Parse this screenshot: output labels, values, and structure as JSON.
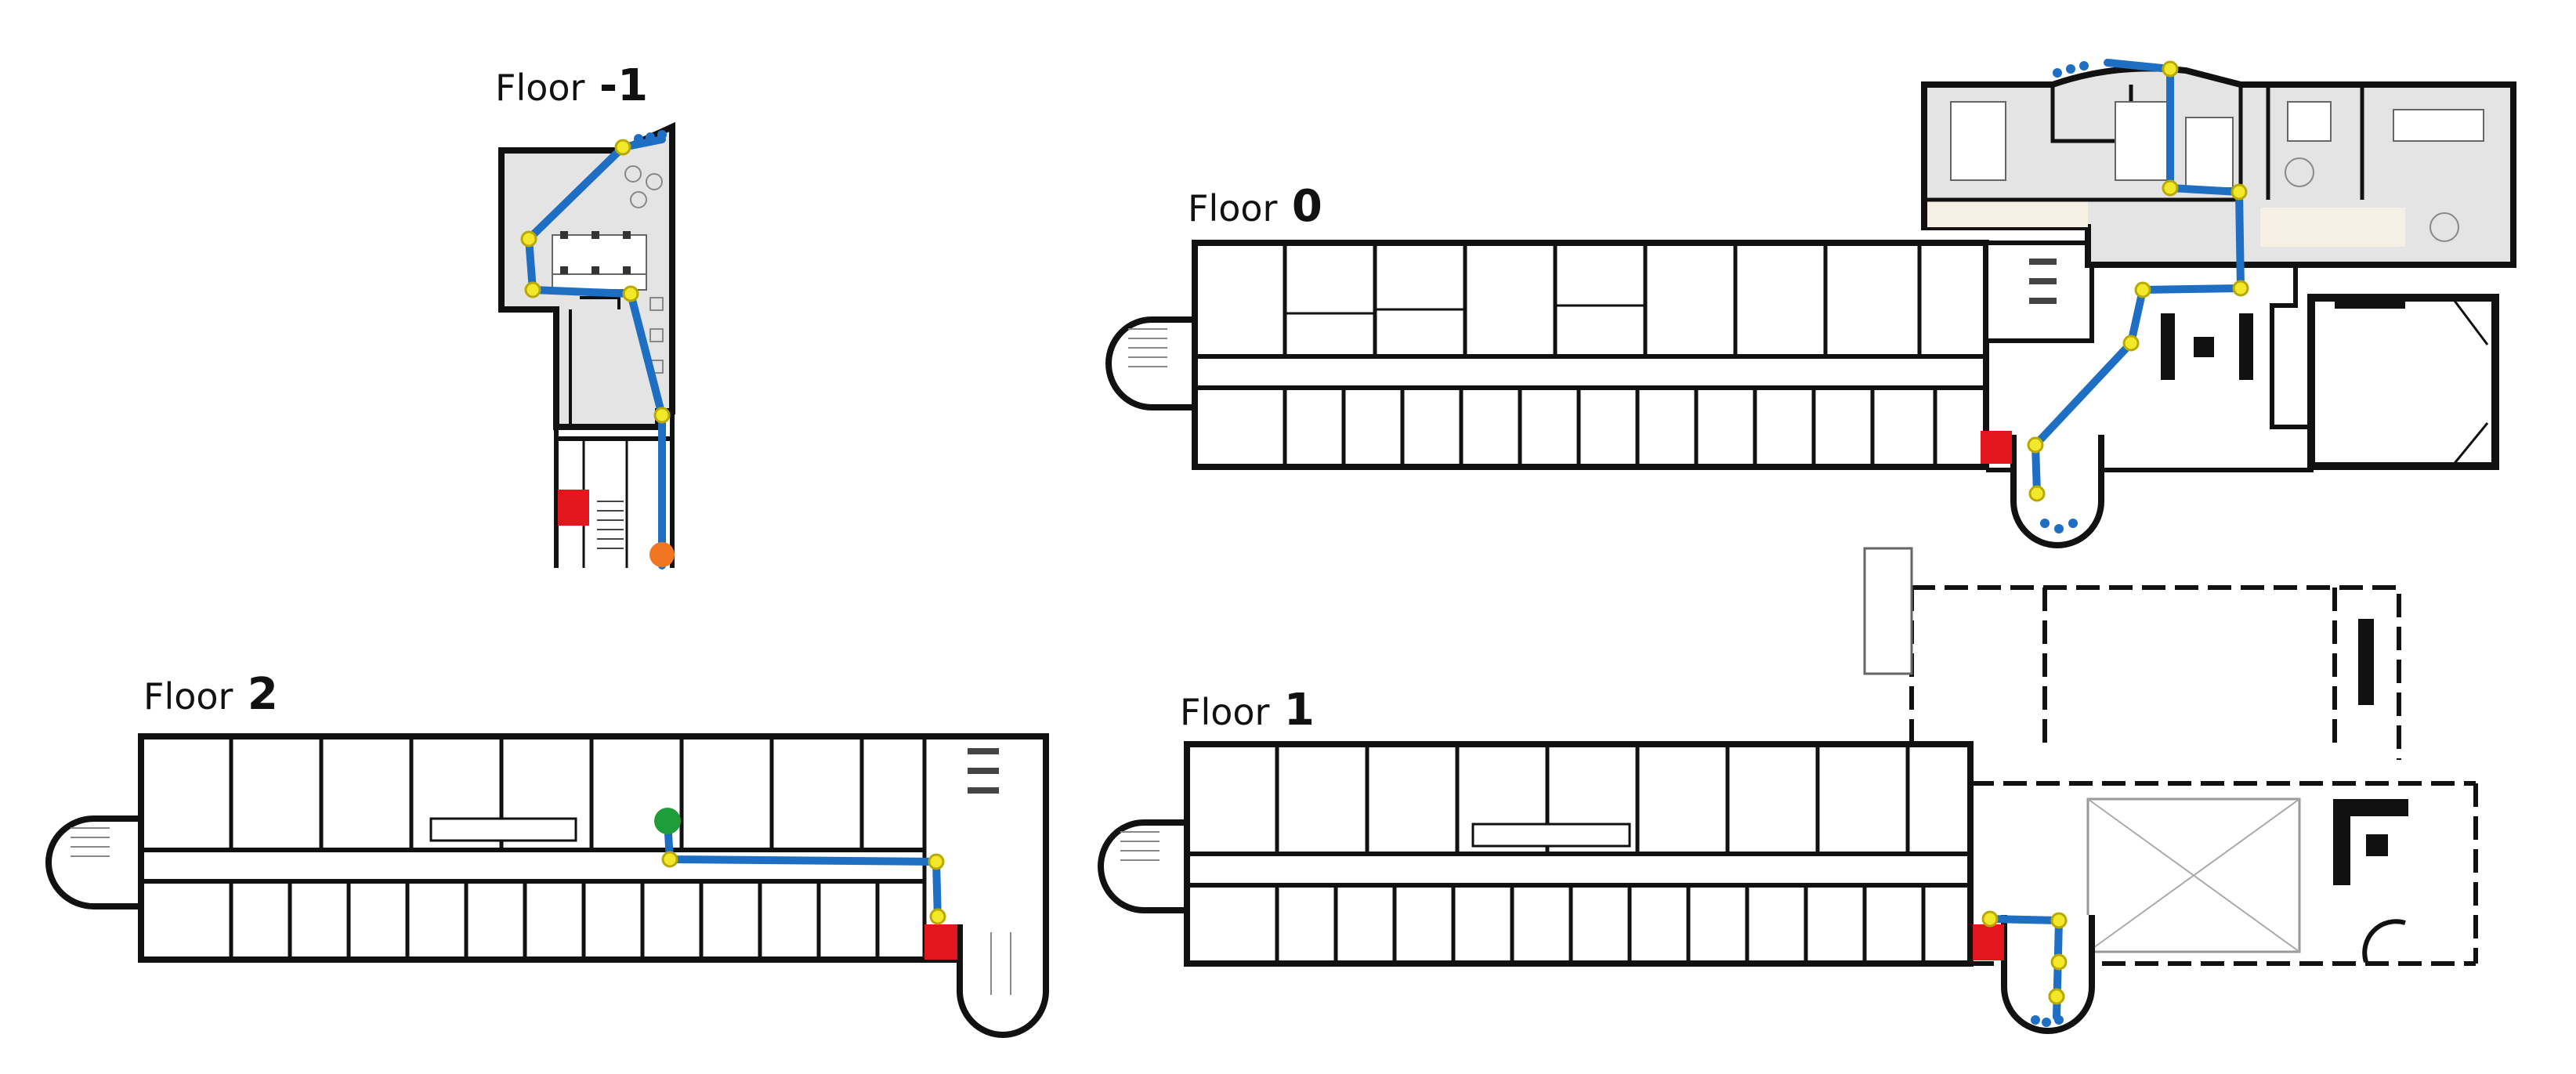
{
  "floors": [
    {
      "id": "m1",
      "word": "Floor",
      "number": "-1"
    },
    {
      "id": "0",
      "word": "Floor",
      "number": "0"
    },
    {
      "id": "1",
      "word": "Floor",
      "number": "1"
    },
    {
      "id": "2",
      "word": "Floor",
      "number": "2"
    }
  ],
  "colors": {
    "wall": "#111111",
    "route": "#1e6fc4",
    "waypoint": "#f2e829",
    "waypoint_stroke": "#b8a900",
    "stairs_marker": "#e3161d",
    "start_marker": "#f27522",
    "end_marker": "#1f9d3a",
    "furnished_floor": "#e4e4e4",
    "pale_fill": "#f6efe4"
  },
  "icons": {
    "start": "start-marker-icon",
    "destination": "destination-marker-icon",
    "staircase": "staircase-icon",
    "waypoint": "waypoint-dot-icon"
  }
}
